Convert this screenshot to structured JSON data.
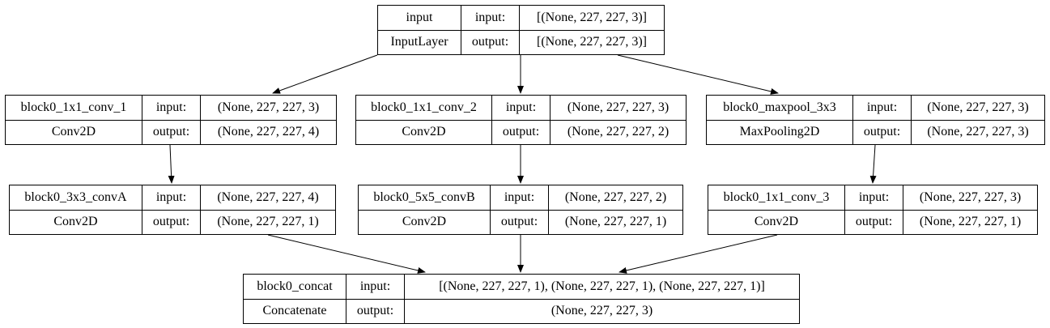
{
  "labels": {
    "input": "input:",
    "output": "output:"
  },
  "nodes": {
    "input_layer": {
      "name": "input",
      "type": "InputLayer",
      "input_shape": "[(None, 227, 227, 3)]",
      "output_shape": "[(None, 227, 227, 3)]"
    },
    "conv_1": {
      "name": "block0_1x1_conv_1",
      "type": "Conv2D",
      "input_shape": "(None, 227, 227, 3)",
      "output_shape": "(None, 227, 227, 4)"
    },
    "conv_2": {
      "name": "block0_1x1_conv_2",
      "type": "Conv2D",
      "input_shape": "(None, 227, 227, 3)",
      "output_shape": "(None, 227, 227, 2)"
    },
    "maxpool": {
      "name": "block0_maxpool_3x3",
      "type": "MaxPooling2D",
      "input_shape": "(None, 227, 227, 3)",
      "output_shape": "(None, 227, 227, 3)"
    },
    "conv_a": {
      "name": "block0_3x3_convA",
      "type": "Conv2D",
      "input_shape": "(None, 227, 227, 4)",
      "output_shape": "(None, 227, 227, 1)"
    },
    "conv_b": {
      "name": "block0_5x5_convB",
      "type": "Conv2D",
      "input_shape": "(None, 227, 227, 2)",
      "output_shape": "(None, 227, 227, 1)"
    },
    "conv_3": {
      "name": "block0_1x1_conv_3",
      "type": "Conv2D",
      "input_shape": "(None, 227, 227, 3)",
      "output_shape": "(None, 227, 227, 1)"
    },
    "concat": {
      "name": "block0_concat",
      "type": "Concatenate",
      "input_shape": "[(None, 227, 227, 1), (None, 227, 227, 1), (None, 227, 227, 1)]",
      "output_shape": "(None, 227, 227, 3)"
    }
  },
  "edges": [
    [
      "input_layer",
      "conv_1"
    ],
    [
      "input_layer",
      "conv_2"
    ],
    [
      "input_layer",
      "maxpool"
    ],
    [
      "conv_1",
      "conv_a"
    ],
    [
      "conv_2",
      "conv_b"
    ],
    [
      "maxpool",
      "conv_3"
    ],
    [
      "conv_a",
      "concat"
    ],
    [
      "conv_b",
      "concat"
    ],
    [
      "conv_3",
      "concat"
    ]
  ]
}
